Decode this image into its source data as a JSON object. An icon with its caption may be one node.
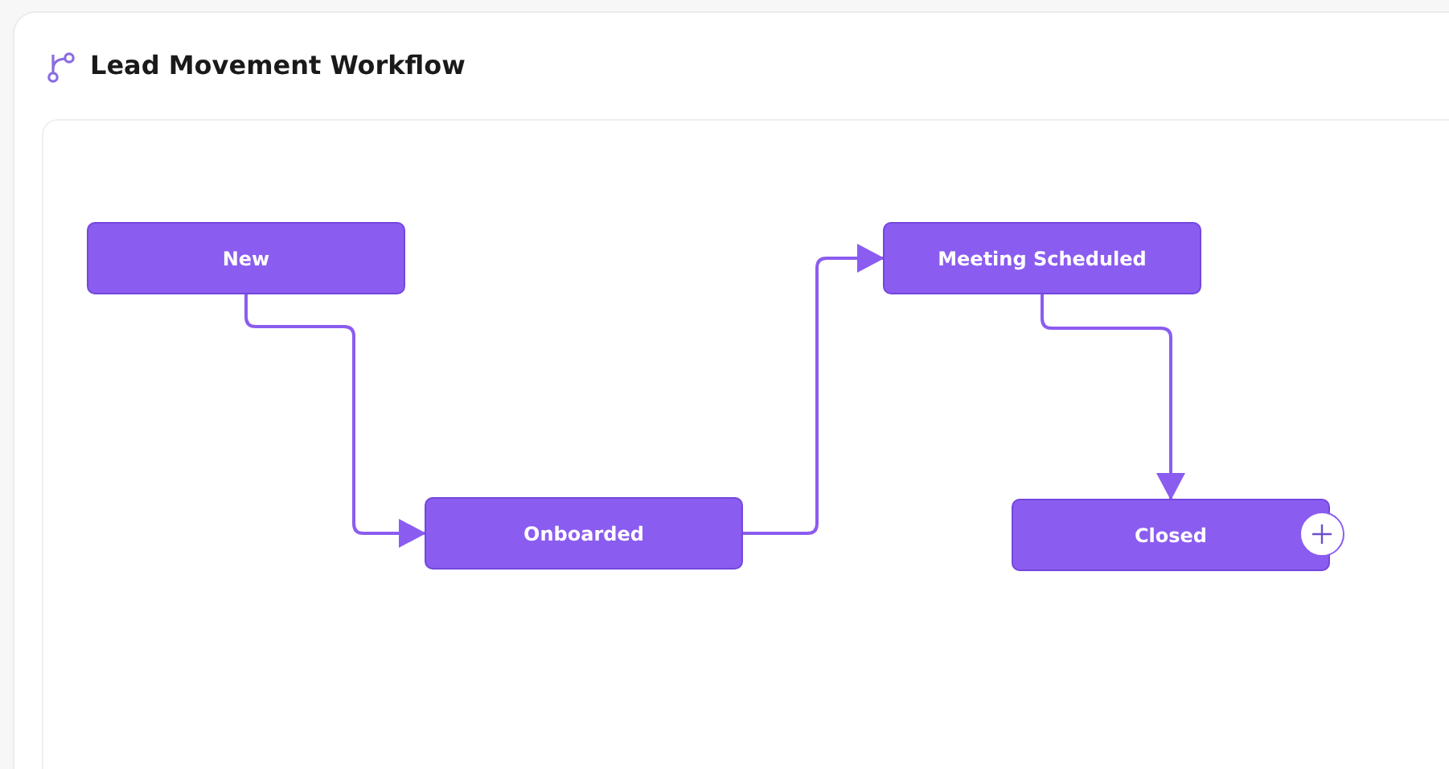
{
  "diagram": {
    "title": "Lead Movement Workflow",
    "nodes": [
      {
        "text": [
          "New"
        ]
      },
      {
        "text": [
          "Onboarded"
        ]
      },
      {
        "text": [
          "Meeting Scheduled"
        ]
      },
      {
        "text": [
          "Closed"
        ]
      }
    ],
    "edges": [
      {
        "from": 0,
        "to": 1,
        "arrow": "to"
      },
      {
        "from": 1,
        "to": 2,
        "arrow": "to"
      },
      {
        "from": 2,
        "to": 3,
        "arrow": "to"
      }
    ]
  }
}
